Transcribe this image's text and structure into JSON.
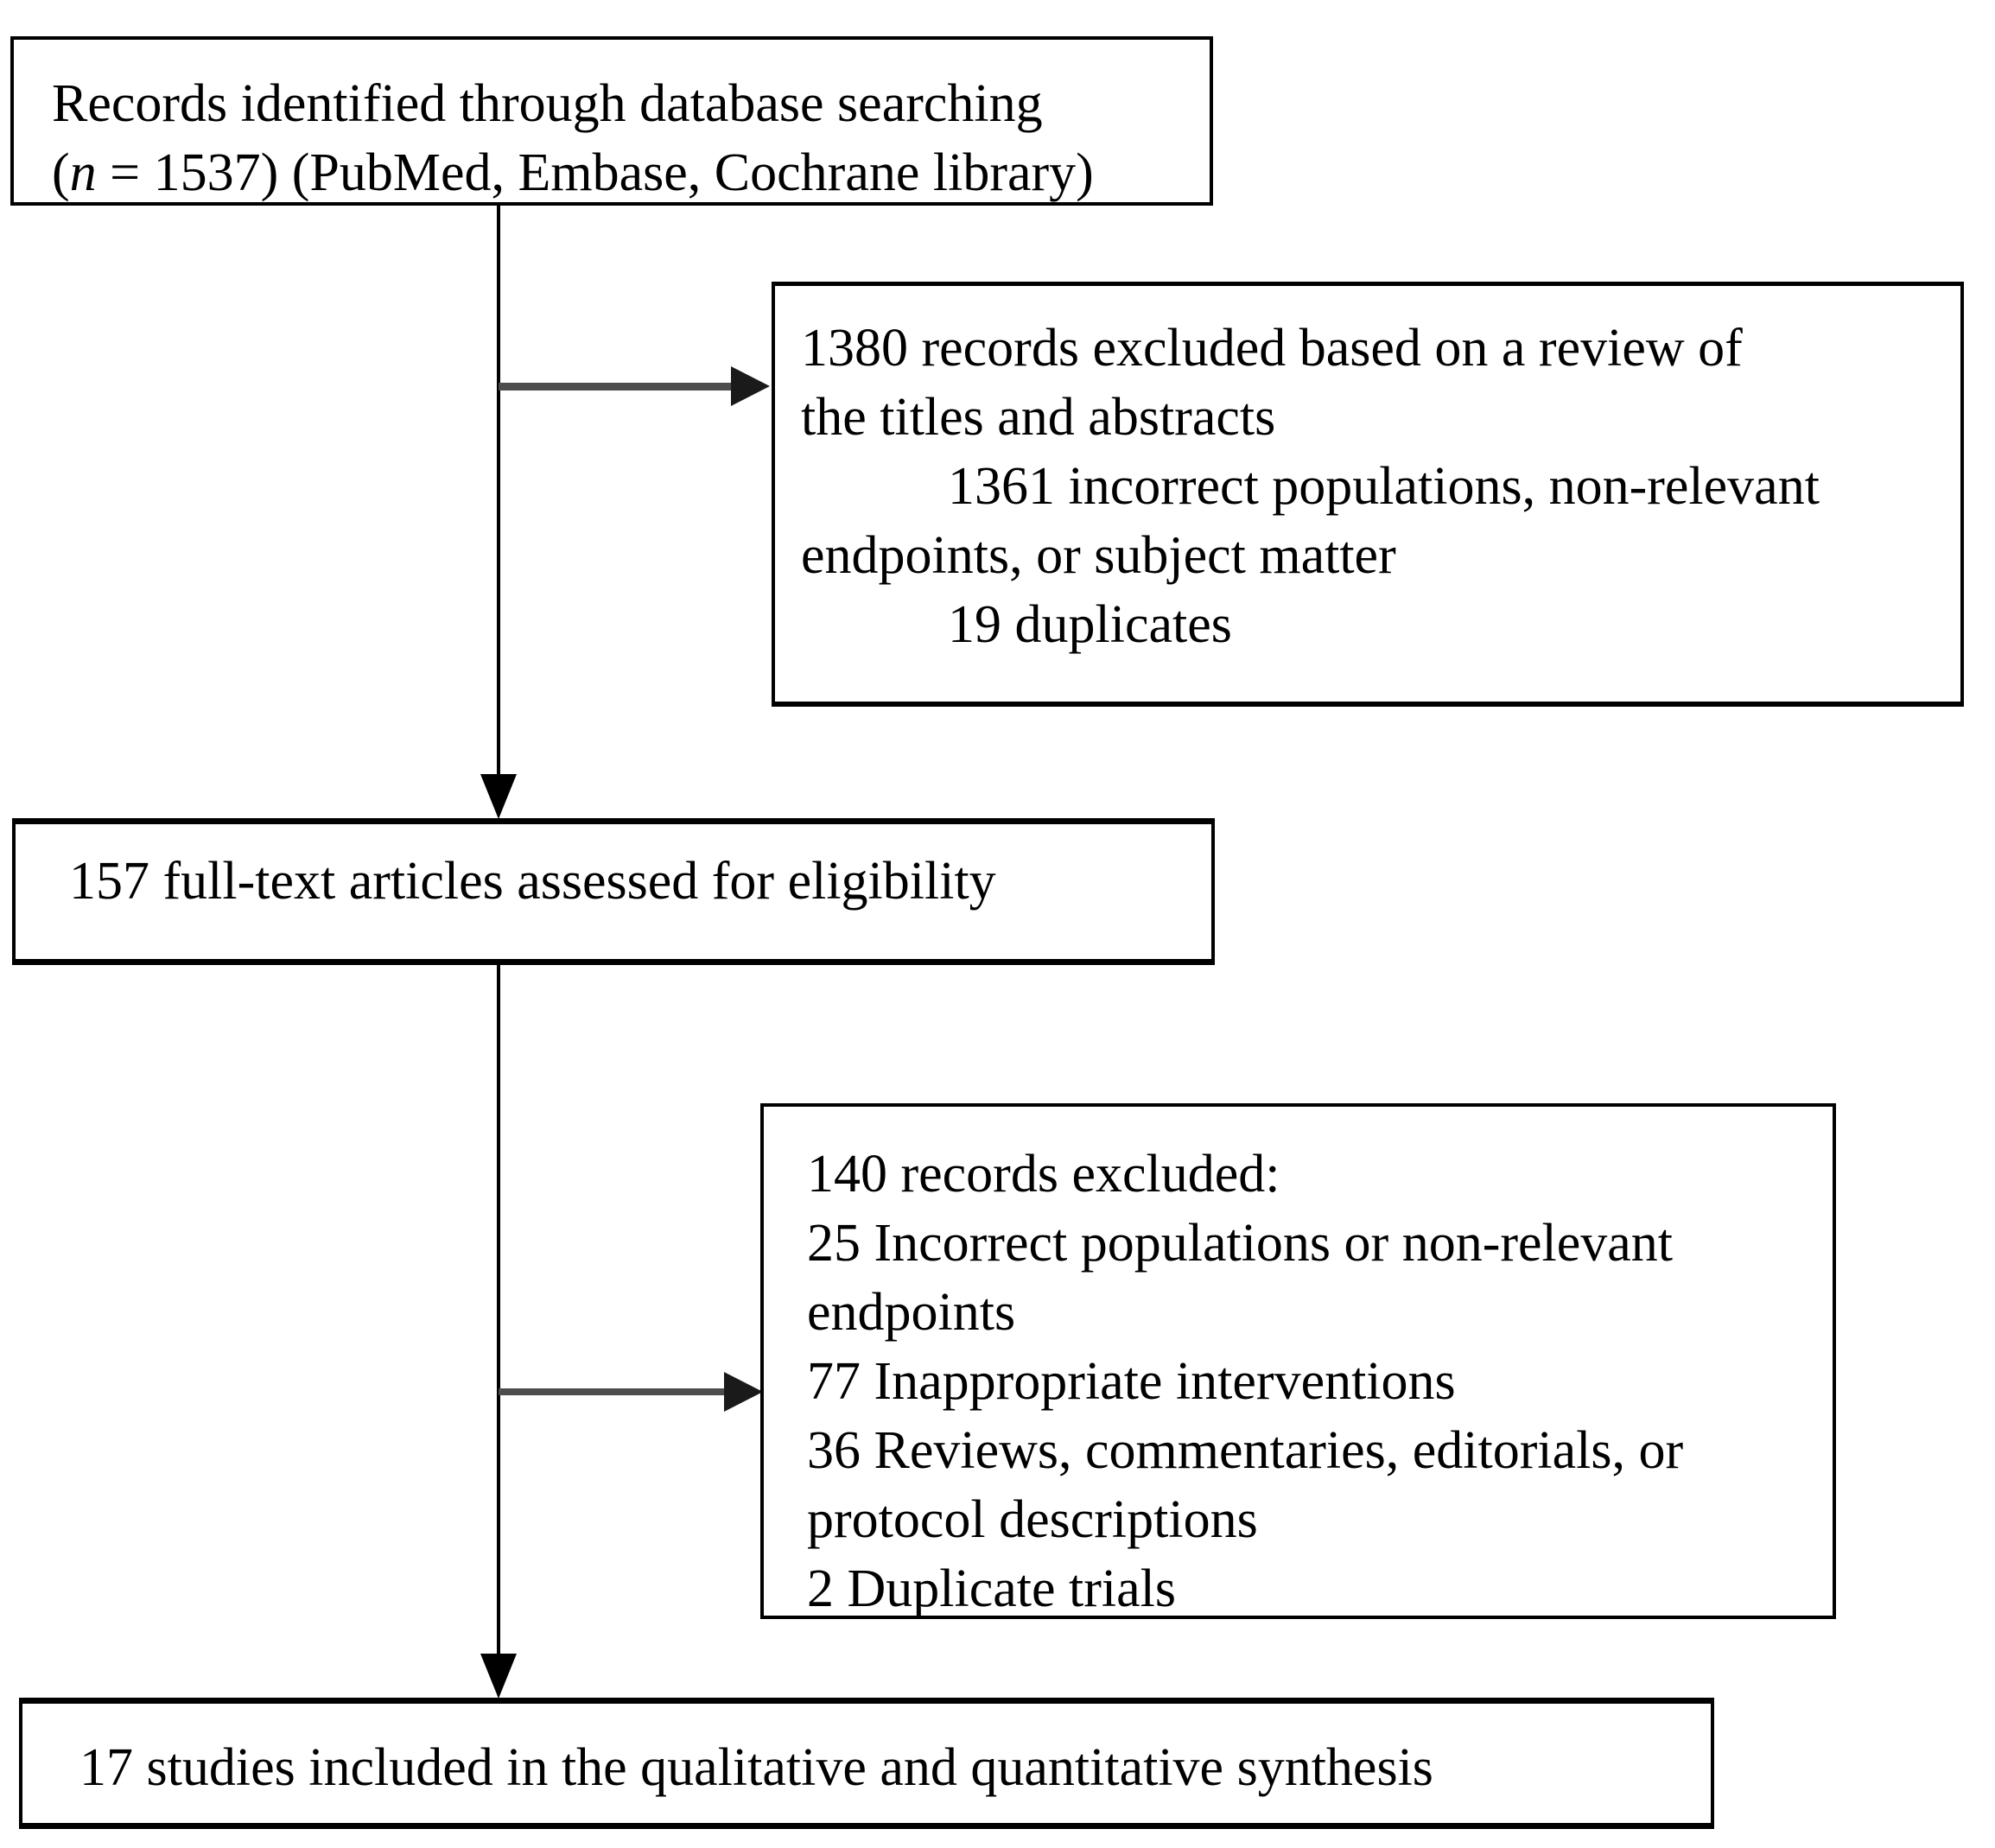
{
  "diagram_type": "study-selection-flowchart",
  "colors": {
    "background": "#ffffff",
    "border": "#000000",
    "text": "#000000",
    "arrow_shaft": "#4d4d4d",
    "arrow_head": "#1a1a1a"
  },
  "boxes": {
    "identification": {
      "line1": "Records identified through database searching",
      "line2_open": "(",
      "line2_var": "n",
      "line2_rest": " = 1537) (PubMed, Embase, Cochrane library)"
    },
    "excluded_screening": {
      "lines": [
        {
          "text": "1380 records excluded based on a review of"
        },
        {
          "text": "the titles and abstracts"
        },
        {
          "text": "1361 incorrect populations, non-relevant"
        },
        {
          "text": "endpoints, or subject matter"
        },
        {
          "text": "19 duplicates"
        }
      ]
    },
    "eligibility": {
      "text": "157 full-text articles assessed for eligibility"
    },
    "excluded_fulltext": {
      "lines": [
        {
          "text": "140 records excluded:"
        },
        {
          "text": "25 Incorrect populations or non-relevant"
        },
        {
          "text": "endpoints"
        },
        {
          "text": "77 Inappropriate interventions"
        },
        {
          "text": "36 Reviews, commentaries, editorials, or"
        },
        {
          "text": "protocol descriptions"
        },
        {
          "text": "2 Duplicate trials"
        }
      ]
    },
    "included": {
      "text": "17 studies included in the qualitative and quantitative synthesis"
    }
  }
}
